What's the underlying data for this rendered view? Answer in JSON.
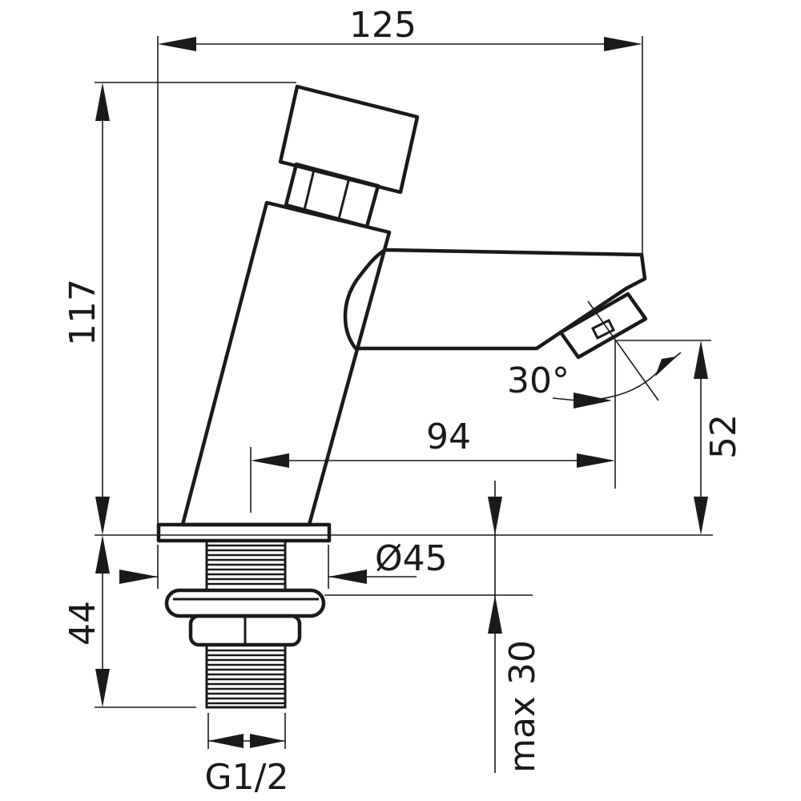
{
  "dimensions": {
    "overall_width": "125",
    "overall_height": "117",
    "spout_reach": "94",
    "spout_height": "52",
    "base_diameter": "Ø45",
    "shank_length": "44",
    "max_thickness": "max 30",
    "thread": "G1/2",
    "spray_angle": "30°"
  }
}
